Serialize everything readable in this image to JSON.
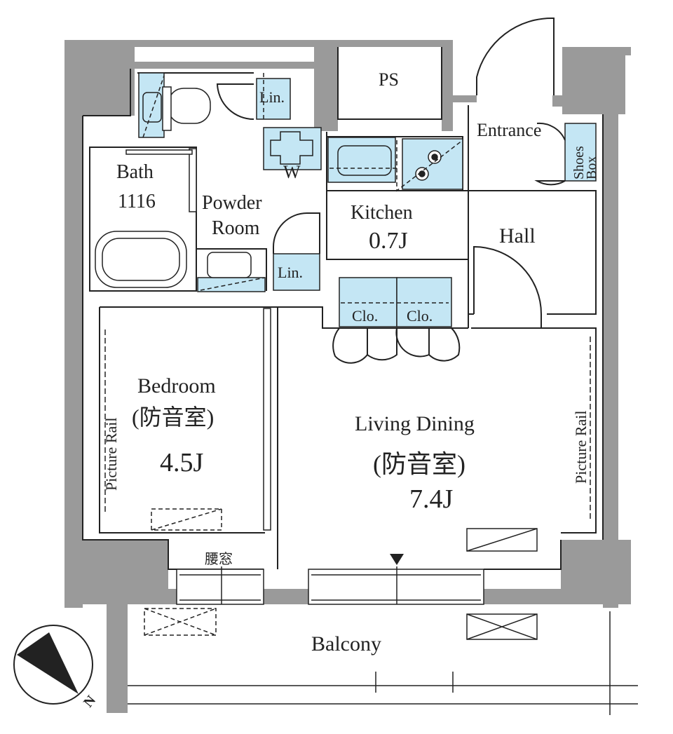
{
  "rooms": {
    "ps": "PS",
    "entrance": "Entrance",
    "shoes_box_line1": "Shoes",
    "shoes_box_line2": "Box",
    "linen_upper": "Lin.",
    "linen_lower": "Lin.",
    "washer": "W",
    "bath_name": "Bath",
    "bath_size": "1116",
    "powder_room_line1": "Powder",
    "powder_room_line2": "Room",
    "kitchen_name": "Kitchen",
    "kitchen_size": "0.7J",
    "hall": "Hall",
    "closet_left": "Clo.",
    "closet_right": "Clo.",
    "bedroom_name": "Bedroom",
    "bedroom_note": "(防音室)",
    "bedroom_size": "4.5J",
    "picture_rail_left": "Picture Rail",
    "picture_rail_right": "Picture Rail",
    "living_name": "Living Dining",
    "living_note": "(防音室)",
    "living_size": "7.4J",
    "waist_window": "腰窓",
    "balcony": "Balcony"
  },
  "compass": {
    "north_label": "N"
  },
  "colors": {
    "wall": "#9a9a9a",
    "fixture": "#c4e6f4",
    "line": "#222222"
  }
}
